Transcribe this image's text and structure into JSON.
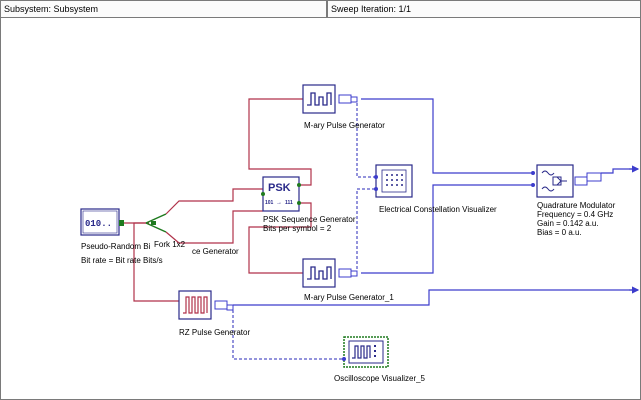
{
  "status_bar": {
    "subsystem": "Subsystem: Subsystem",
    "sweep": "Sweep Iteration: 1/1"
  },
  "components": {
    "prbs": {
      "title": "Pseudo-Random Bi",
      "title_tail": "ce Generator",
      "param": "Bit rate = Bit rate  Bits/s",
      "icon_text": "010.."
    },
    "fork": {
      "title": "Fork 1x2"
    },
    "psk": {
      "title": "PSK Sequence Generator",
      "param": "Bits per symbol = 2",
      "icon_text": "PSK",
      "icon_sub_left": "101",
      "icon_sub_right": "111"
    },
    "mary1": {
      "title": "M-ary Pulse Generator"
    },
    "mary2": {
      "title": "M-ary Pulse Generator_1"
    },
    "ecv": {
      "title": "Electrical Constellation Visualizer"
    },
    "qm": {
      "title": "Quadrature Modulator",
      "freq": "Frequency = 0.4  GHz",
      "gain": "Gain = 0.142  a.u.",
      "bias": "Bias = 0  a.u."
    },
    "rz": {
      "title": "RZ Pulse Generator"
    },
    "osc": {
      "title": "Oscilloscope Visualizer_5"
    }
  },
  "colors": {
    "wire_electrical": "#3c3ccc",
    "wire_binary": "#b0324a",
    "wire_dashed": "#2a2ab8",
    "block_border": "#2a2a8a",
    "block_fill": "#ffffff",
    "signal_green": "#1e7a1e"
  }
}
